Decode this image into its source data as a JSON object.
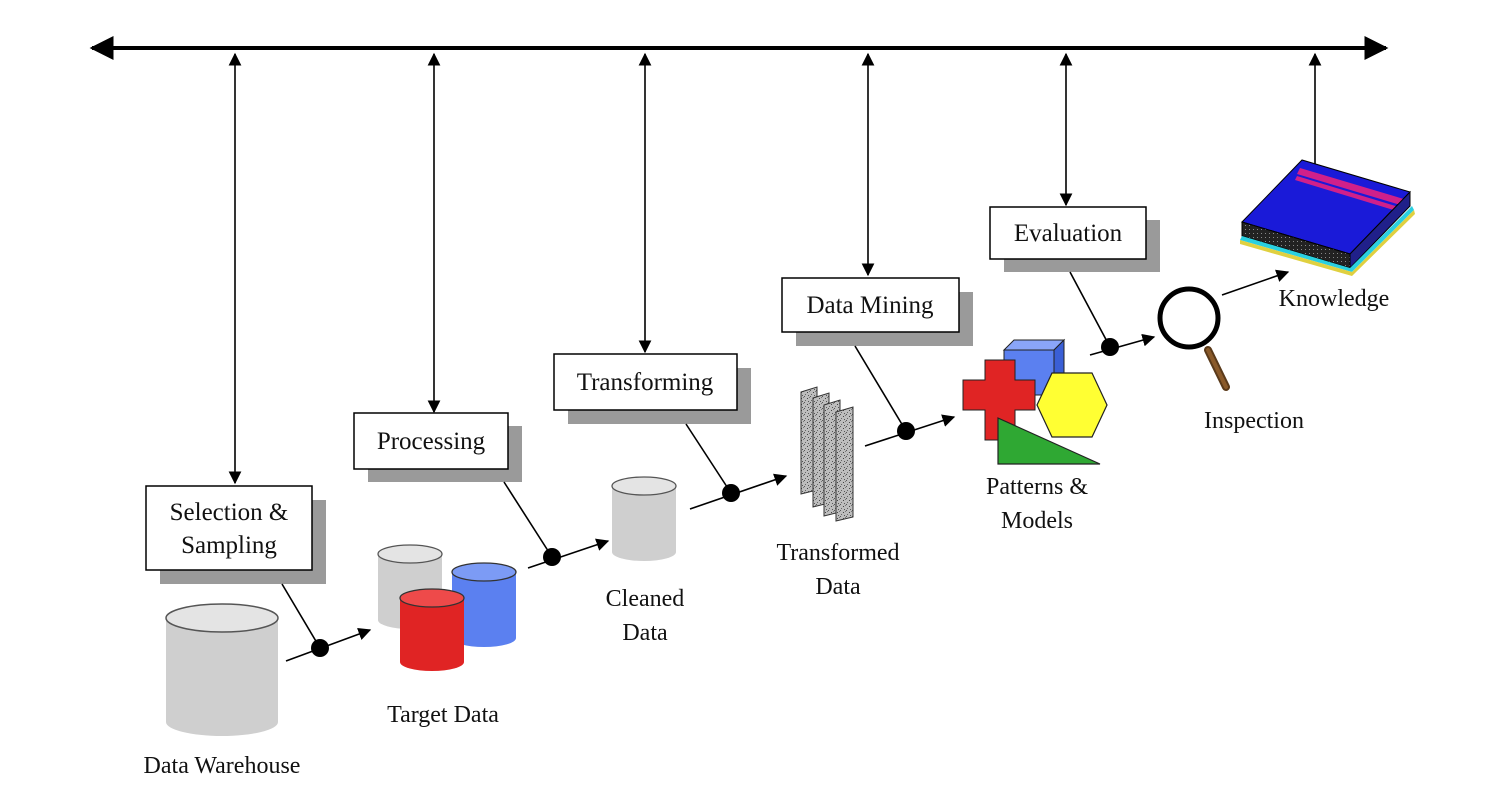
{
  "stages": {
    "selection_line1": "Selection &",
    "selection_line2": "Sampling",
    "processing": "Processing",
    "transforming": "Transforming",
    "data_mining": "Data Mining",
    "evaluation": "Evaluation"
  },
  "artifacts": {
    "data_warehouse": "Data Warehouse",
    "target_data": "Target Data",
    "cleaned_line1": "Cleaned",
    "cleaned_line2": "Data",
    "transformed_line1": "Transformed",
    "transformed_line2": "Data",
    "patterns_line1": "Patterns &",
    "patterns_line2": "Models",
    "inspection": "Inspection",
    "knowledge": "Knowledge"
  },
  "icons": [
    "cylinder-icon",
    "document-stack-icon",
    "shapes-icon",
    "magnifier-icon",
    "book-icon"
  ],
  "colors": {
    "line": "#000000",
    "shadow": "#9a9a9a",
    "cylinder_gray": "#cfcfcf",
    "cylinder_red": "#e02424",
    "cylinder_blue": "#5b80f0",
    "cross_red": "#e02424",
    "hexagon_yellow": "#ffff33",
    "triangle_green": "#2fa833",
    "cube_blue": "#5b80f0",
    "book_blue": "#1a1ad8",
    "book_band": "#d0208a"
  }
}
